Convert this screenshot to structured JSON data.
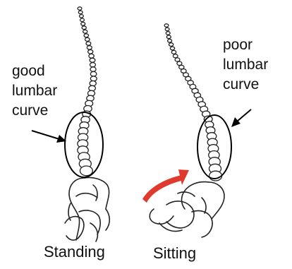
{
  "left_panel": {
    "label_lines": [
      "good",
      "lumbar",
      "curve"
    ],
    "caption": "Standing"
  },
  "right_panel": {
    "label_lines": [
      "poor",
      "lumbar",
      "curve"
    ],
    "caption": "Sitting"
  },
  "colors": {
    "arrow_red": "#e0392e",
    "ink": "#111111"
  }
}
